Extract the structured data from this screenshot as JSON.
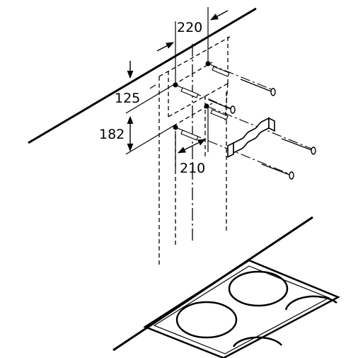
{
  "dimensions": {
    "top_width": "220",
    "bottom_width": "210",
    "left_upper": "125",
    "left_height": "182"
  },
  "colors": {
    "line": "#000000",
    "background": "#ffffff"
  }
}
